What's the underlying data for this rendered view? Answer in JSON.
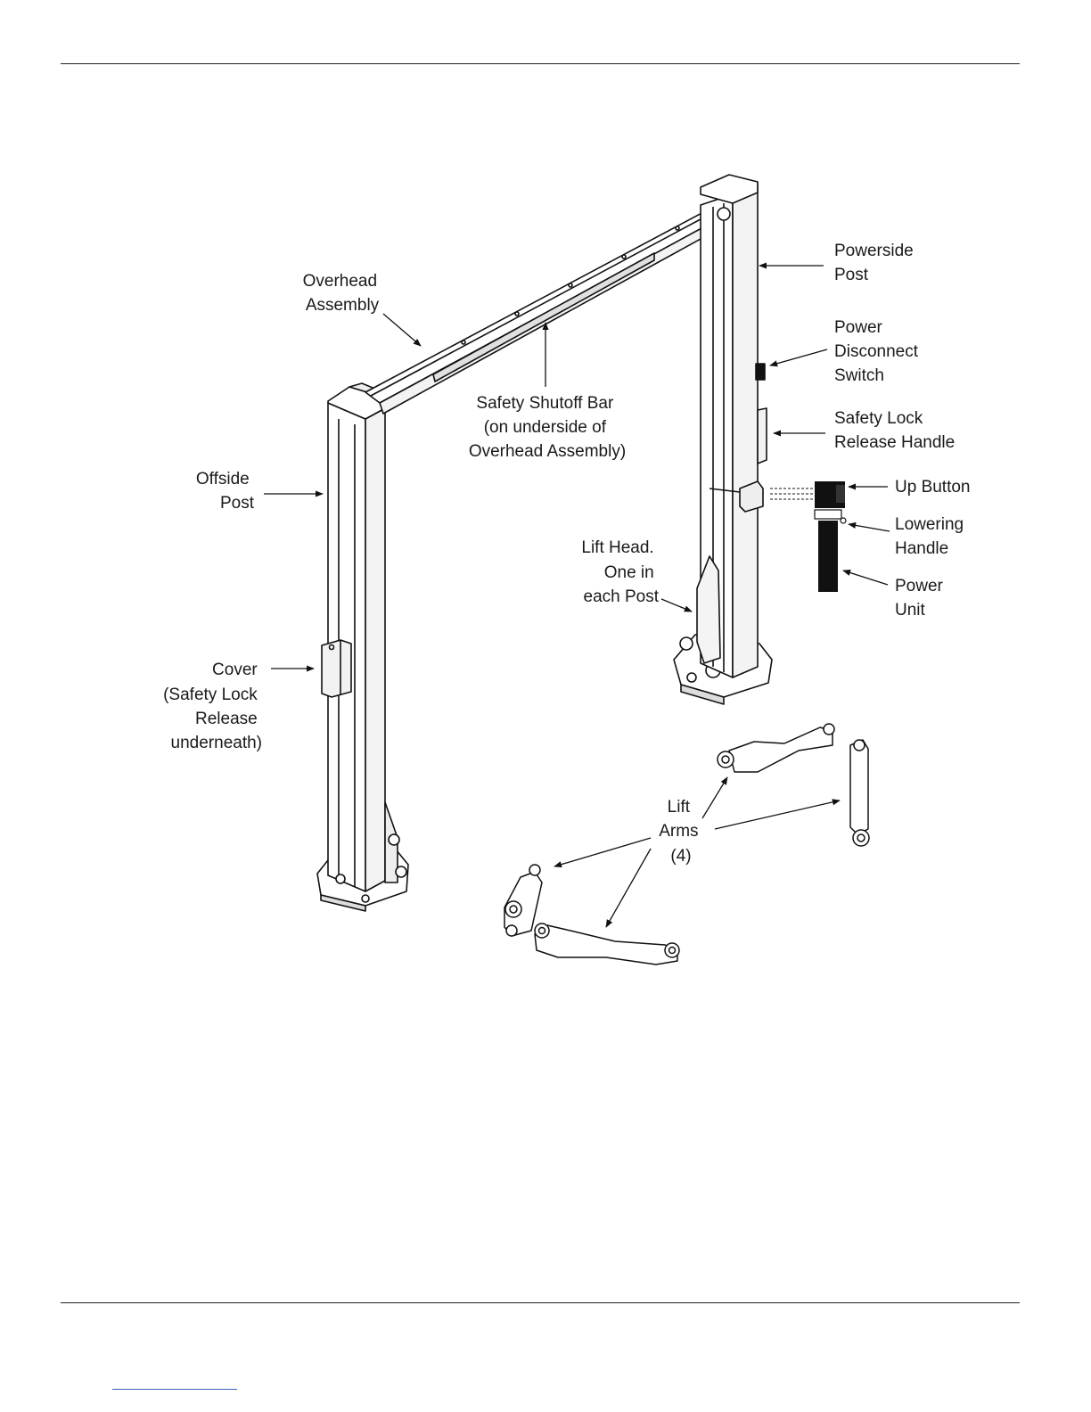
{
  "labels": {
    "overhead_assembly": [
      "Overhead",
      "Assembly"
    ],
    "powerside_post": [
      "Powerside",
      "Post"
    ],
    "power_disconnect_switch": [
      "Power",
      "Disconnect",
      "Switch"
    ],
    "safety_lock_release_handle": [
      "Safety Lock",
      "Release Handle"
    ],
    "safety_shutoff_bar": [
      "Safety Shutoff Bar",
      "(on underside of",
      "Overhead Assembly)"
    ],
    "offside_post": [
      "Offside",
      "Post"
    ],
    "up_button": [
      "Up Button"
    ],
    "lowering_handle": [
      "Lowering",
      "Handle"
    ],
    "power_unit": [
      "Power",
      "Unit"
    ],
    "lift_head": [
      "Lift Head.",
      "One in",
      "each Post"
    ],
    "cover": [
      "Cover",
      "(Safety Lock",
      "Release",
      "underneath)"
    ],
    "lift_arms": [
      "Lift",
      "Arms",
      "(4)"
    ]
  }
}
